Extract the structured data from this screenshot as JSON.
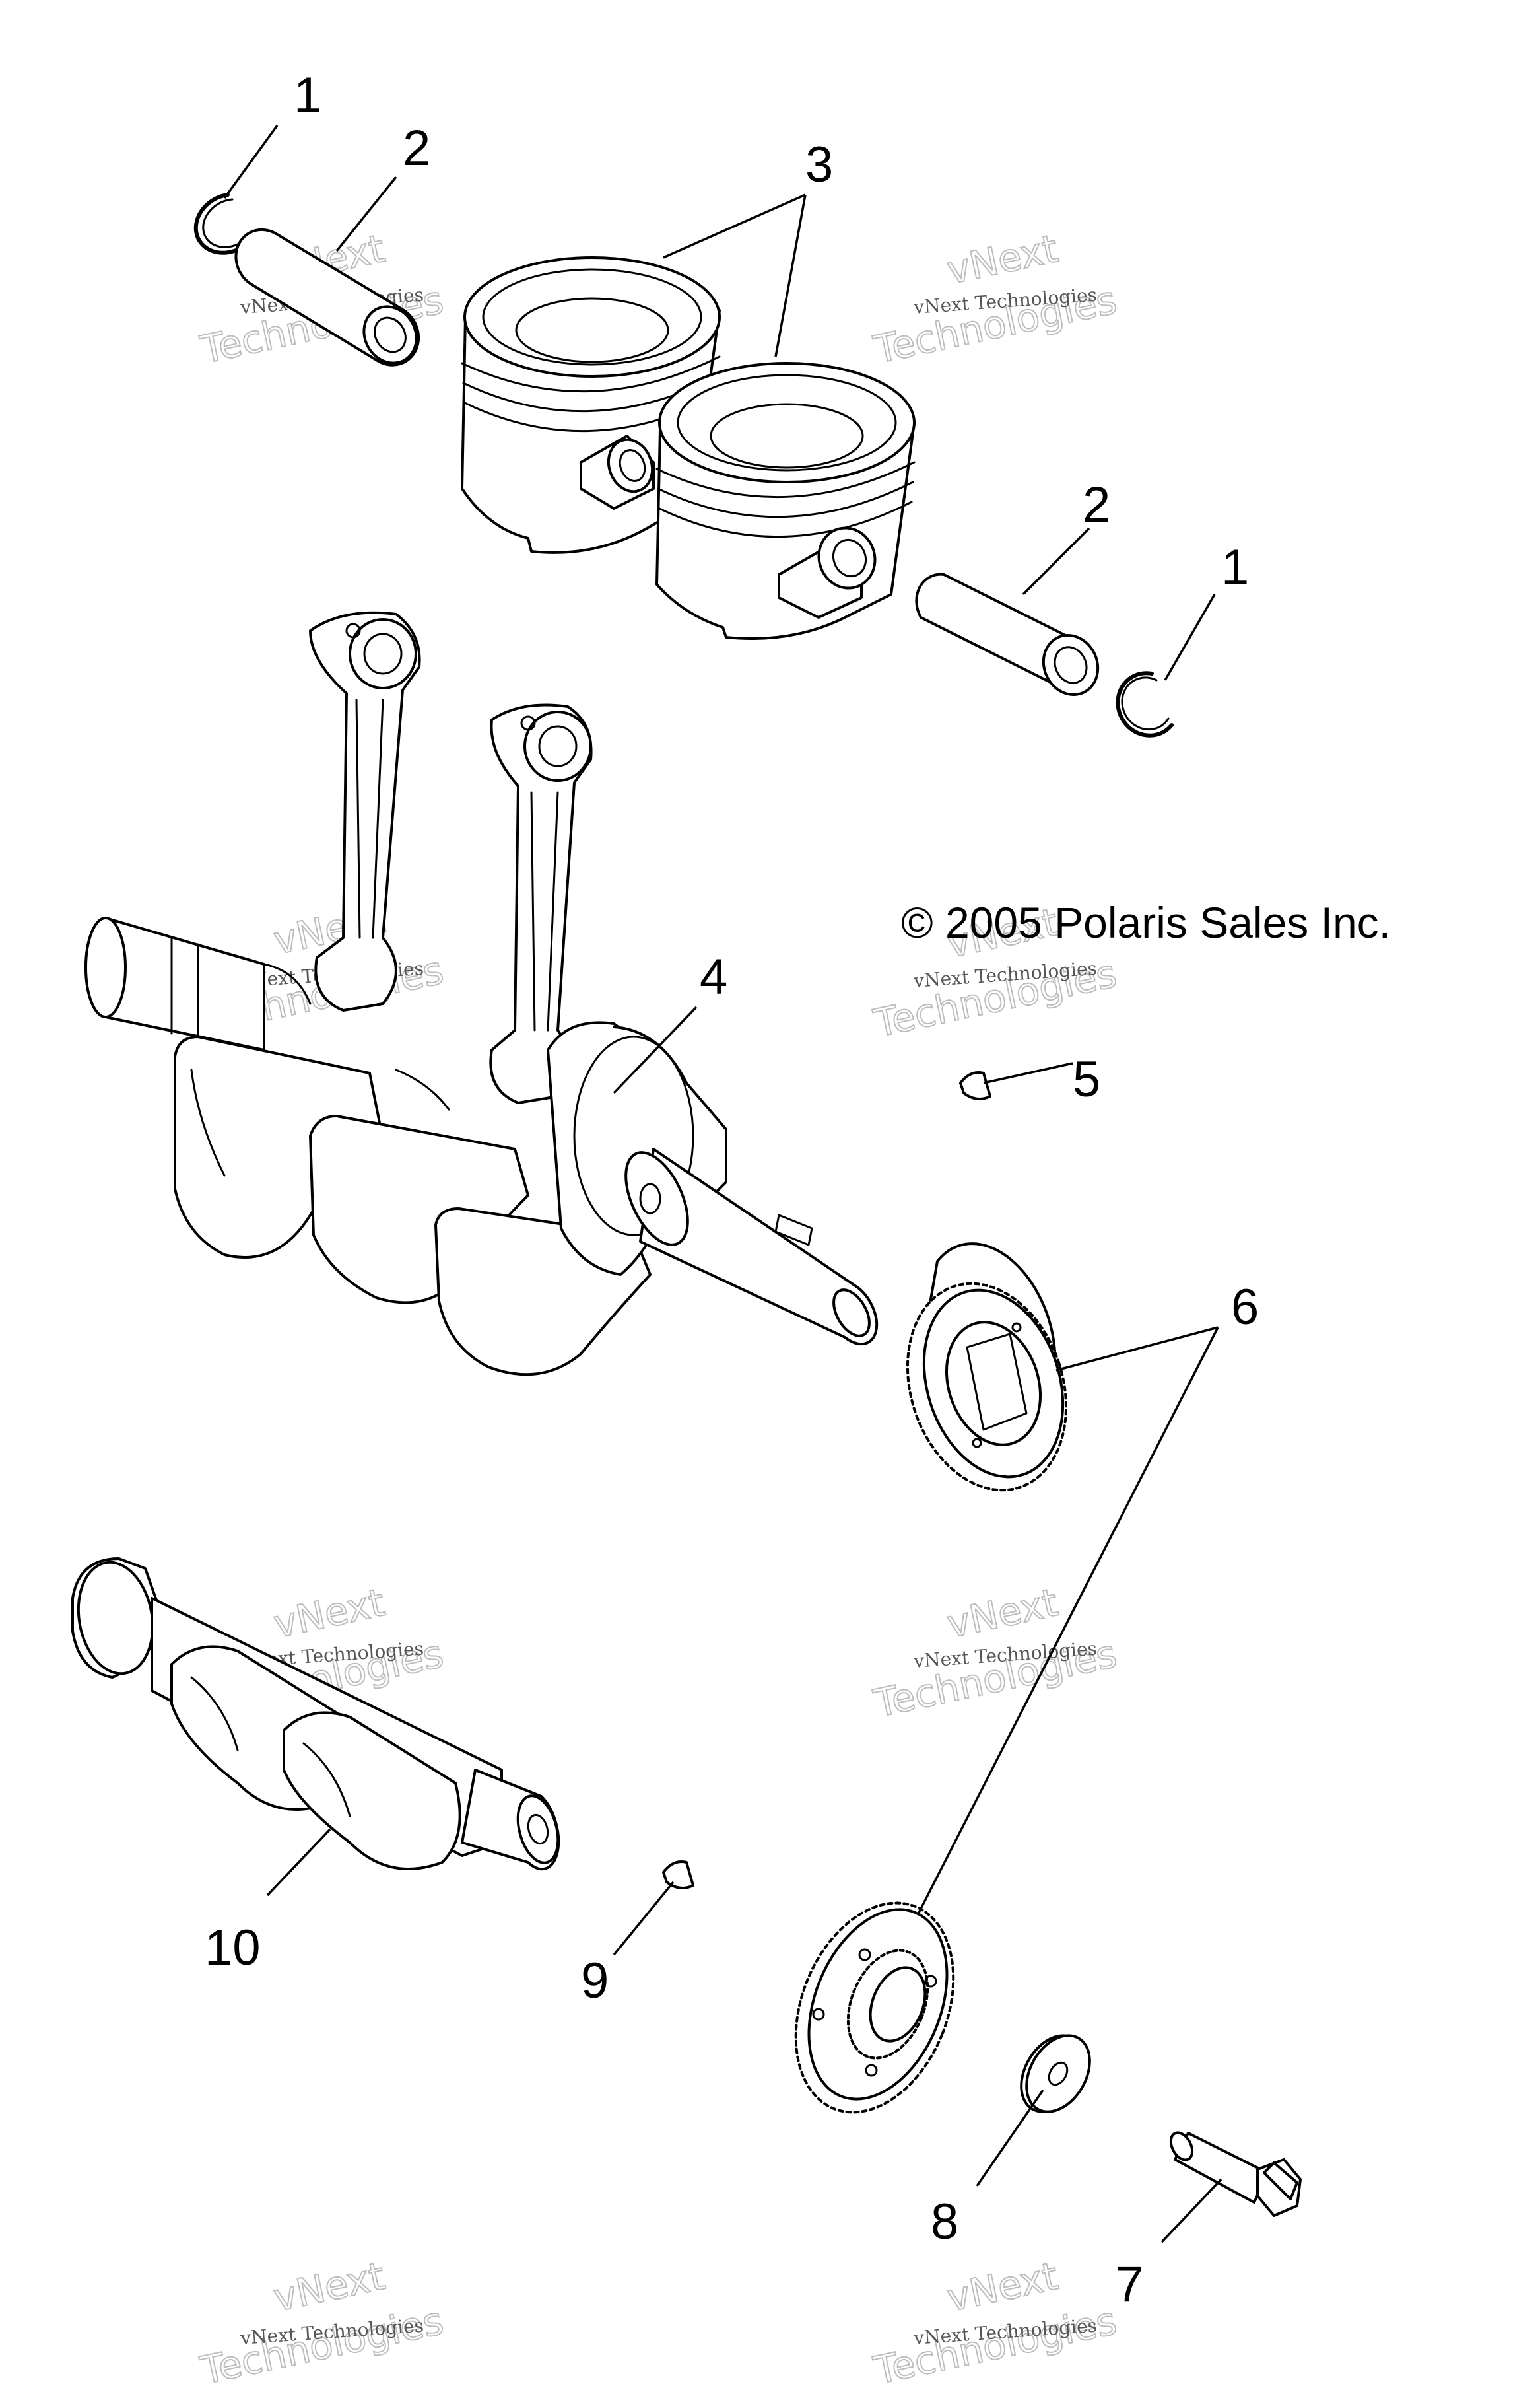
{
  "copyright": "© 2005 Polaris Sales Inc.",
  "watermark": {
    "line1": "vNext Technologies",
    "line2": "vNext",
    "line3": "Technologies"
  },
  "callouts": {
    "c1a": "1",
    "c2a": "2",
    "c3": "3",
    "c2b": "2",
    "c1b": "1",
    "c4": "4",
    "c5": "5",
    "c6": "6",
    "c10": "10",
    "c9": "9",
    "c8": "8",
    "c7": "7"
  }
}
